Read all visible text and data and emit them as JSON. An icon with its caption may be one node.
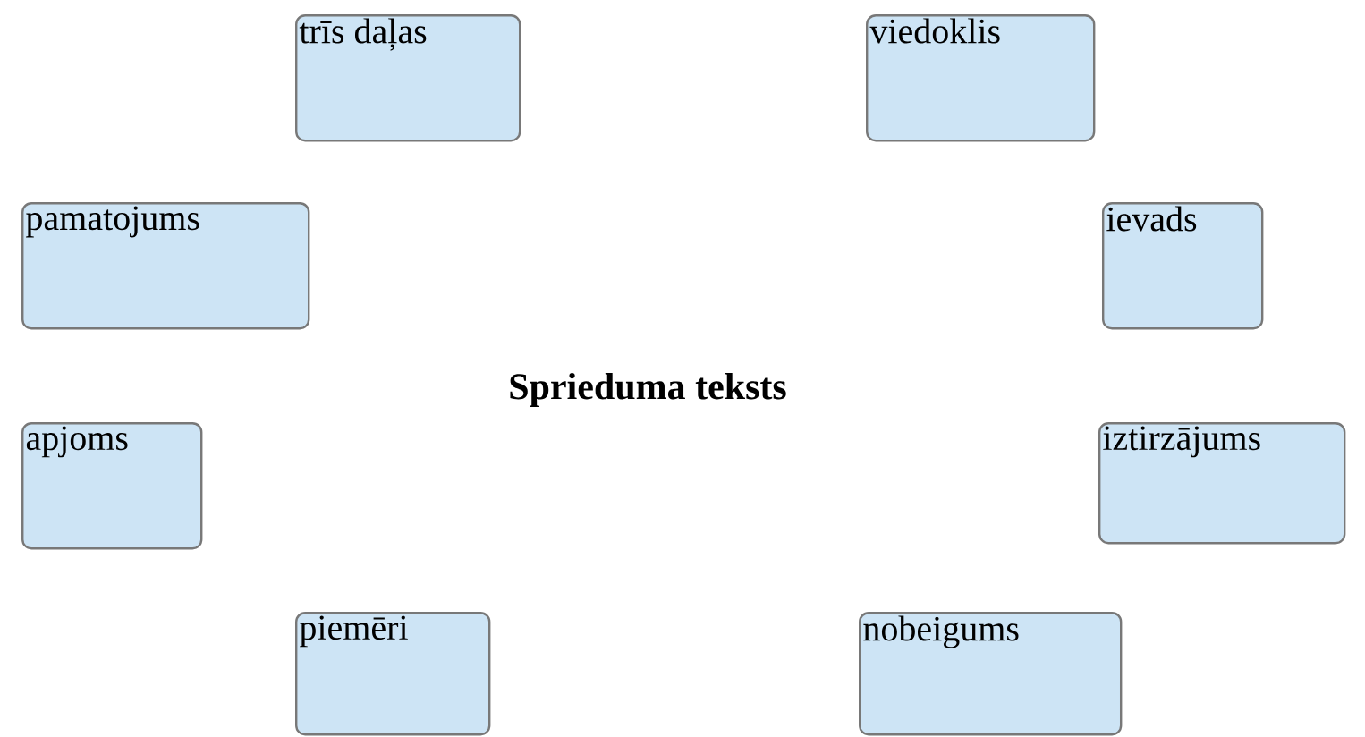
{
  "diagram": {
    "title": "Sprieduma teksts",
    "nodes": [
      {
        "text": [
          "trīs daļas"
        ]
      },
      {
        "text": [
          "viedoklis"
        ]
      },
      {
        "text": [
          "pamatojums"
        ]
      },
      {
        "text": [
          "ievads"
        ]
      },
      {
        "text": [
          "apjoms"
        ]
      },
      {
        "text": [
          "iztirzājums"
        ]
      },
      {
        "text": [
          "piemēri"
        ]
      },
      {
        "text": [
          "nobeigums"
        ]
      }
    ]
  }
}
